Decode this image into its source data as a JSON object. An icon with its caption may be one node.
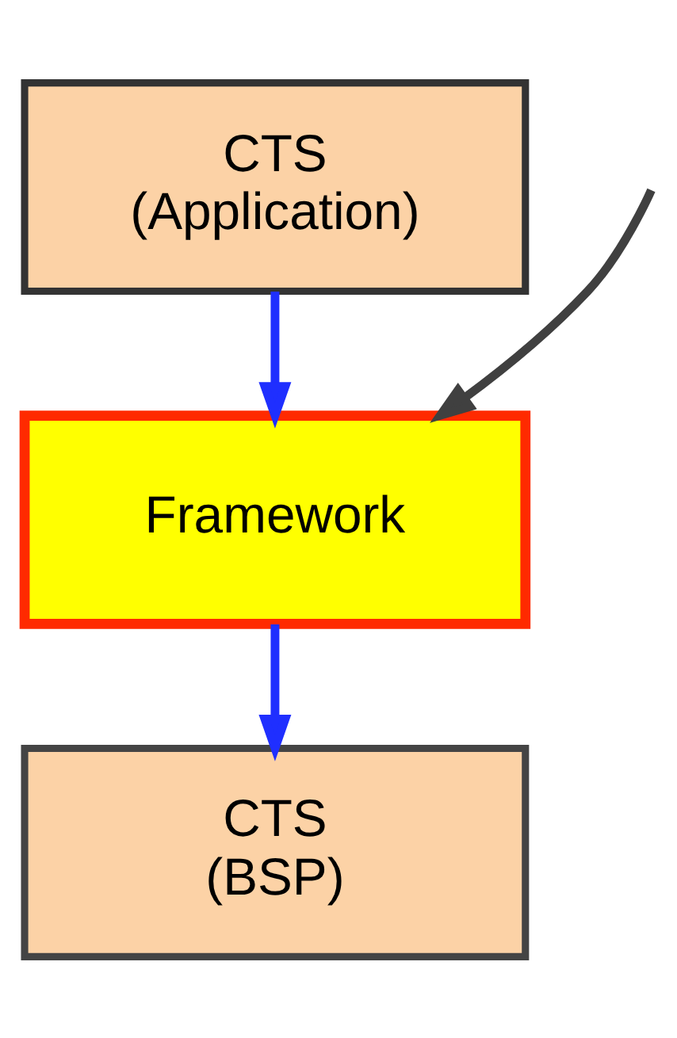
{
  "diagram": {
    "nodes": [
      {
        "text": [
          "CTS",
          "(Application)"
        ]
      },
      {
        "text": [
          "Framework"
        ]
      },
      {
        "text": [
          "CTS",
          "(BSP)"
        ]
      }
    ],
    "edges": [
      {
        "from": 0,
        "to": 1,
        "arrow": "to"
      },
      {
        "from": 1,
        "to": 2,
        "arrow": "to"
      },
      {
        "from": null,
        "to": 1,
        "arrow": "to",
        "color": "#404040"
      }
    ]
  }
}
